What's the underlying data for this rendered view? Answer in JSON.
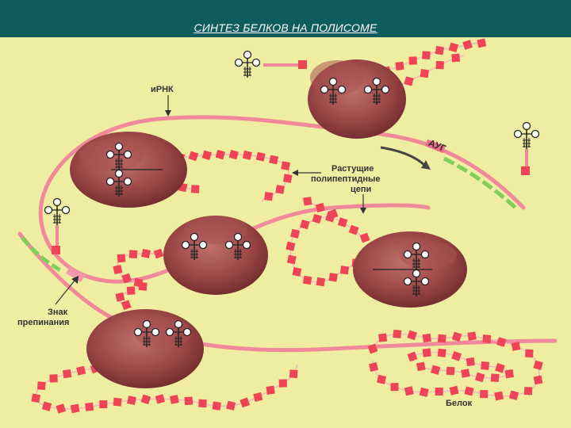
{
  "slide": {
    "title": "СИНТЕЗ БЕЛКОВ НА ПОЛИСОМЕ"
  },
  "labels": {
    "mrna": "иРНК",
    "aug": "АУГ",
    "growing_line1": "Растущие",
    "growing_line2": "полипептидные",
    "growing_line3": "цепи",
    "stop_line1": "Знак",
    "stop_line2": "препинания",
    "protein": "Белок"
  },
  "colors": {
    "header": "#0f5c5c",
    "background": "#f2f0a6",
    "mrna_strand": "#f08a9a",
    "ribosome": "#8b3a3a",
    "peptide": "#ee4455",
    "start_stop_segment": "#7fcf5a"
  }
}
